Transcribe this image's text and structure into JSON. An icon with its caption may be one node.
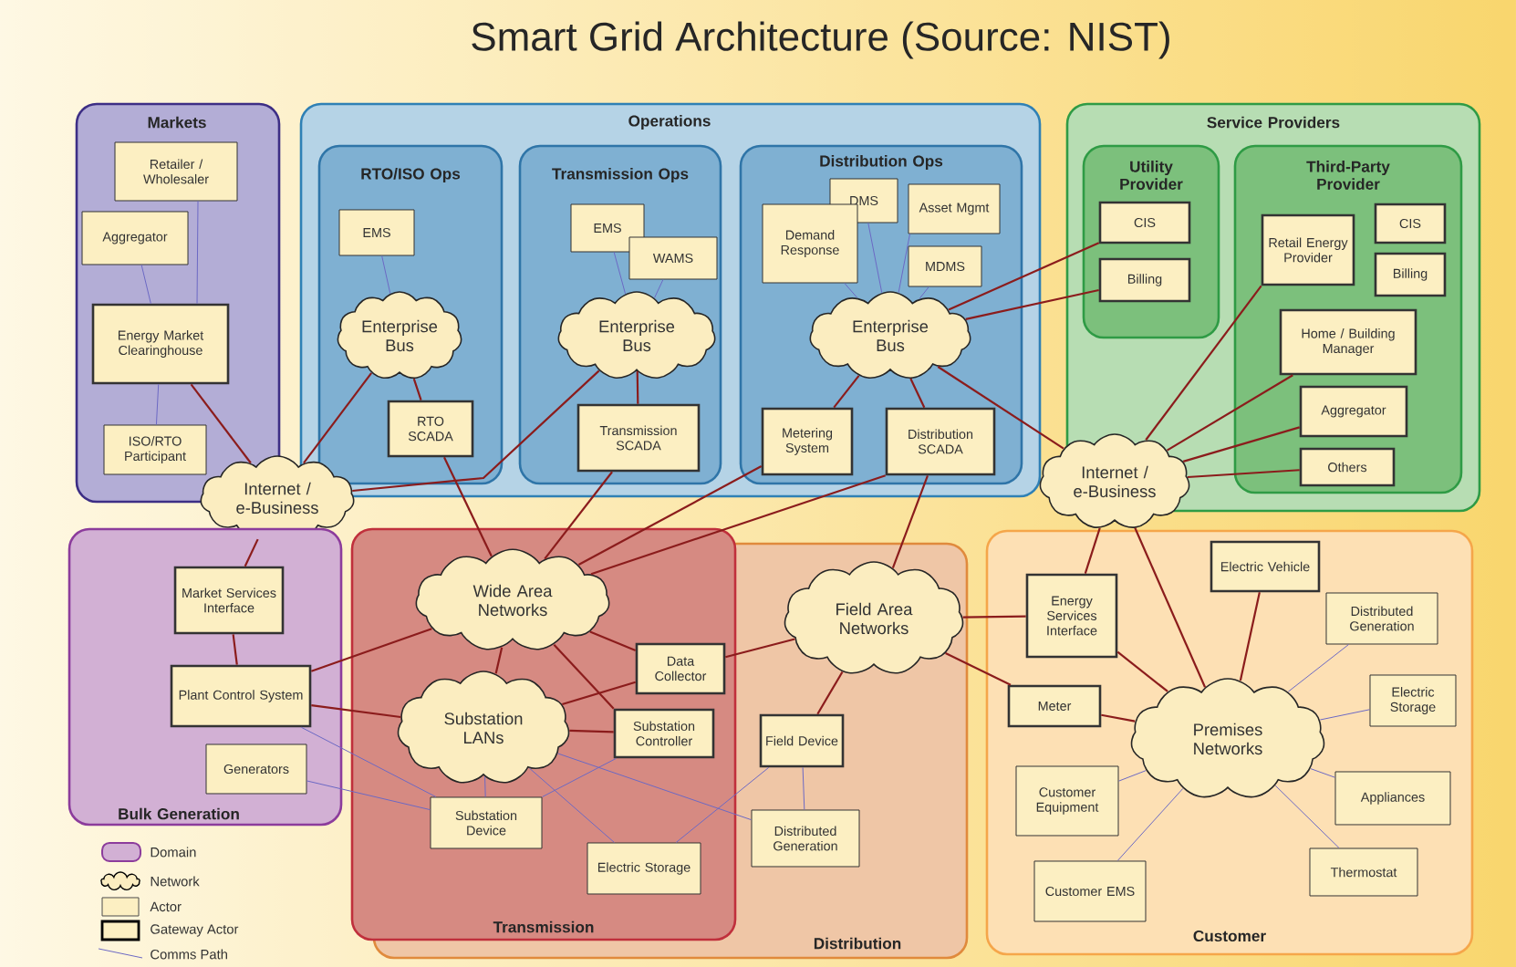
{
  "diagram": {
    "title": "Smart Grid Architecture (Source: NIST)",
    "nodes": [
      {
        "text": [
          "Markets"
        ]
      },
      {
        "text": [
          "Retailer / Wholesaler"
        ],
        "in": 0
      },
      {
        "text": [
          "Aggregator"
        ],
        "in": 0
      },
      {
        "text": [
          "Energy Market Clearinghouse"
        ],
        "in": 0
      },
      {
        "text": [
          "ISO/RTO Participant"
        ],
        "in": 0
      },
      {
        "text": [
          "Operations"
        ]
      },
      {
        "text": [
          "RTO/ISO Ops"
        ],
        "in": 5
      },
      {
        "text": [
          "EMS"
        ],
        "in": 6
      },
      {
        "text": [
          "Enterprise Bus"
        ],
        "in": 6
      },
      {
        "text": [
          "RTO SCADA"
        ],
        "in": 6
      },
      {
        "text": [
          "Transmission Ops"
        ],
        "in": 5
      },
      {
        "text": [
          "EMS"
        ],
        "in": 10
      },
      {
        "text": [
          "WAMS"
        ],
        "in": 10
      },
      {
        "text": [
          "Enterprise Bus"
        ],
        "in": 10
      },
      {
        "text": [
          "Transmission SCADA"
        ],
        "in": 10
      },
      {
        "text": [
          "Distribution Ops"
        ],
        "in": 5
      },
      {
        "text": [
          "DMS"
        ],
        "in": 15
      },
      {
        "text": [
          "Demand Response"
        ],
        "in": 15
      },
      {
        "text": [
          "Asset Mgmt"
        ],
        "in": 15
      },
      {
        "text": [
          "MDMS"
        ],
        "in": 15
      },
      {
        "text": [
          "Enterprise Bus"
        ],
        "in": 15
      },
      {
        "text": [
          "Metering System"
        ],
        "in": 15
      },
      {
        "text": [
          "Distribution SCADA"
        ],
        "in": 15
      },
      {
        "text": [
          "Service Providers"
        ]
      },
      {
        "text": [
          "Utility Provider"
        ],
        "in": 23
      },
      {
        "text": [
          "CIS"
        ],
        "in": 24
      },
      {
        "text": [
          "Billing"
        ],
        "in": 24
      },
      {
        "text": [
          "Third-Party Provider"
        ],
        "in": 23
      },
      {
        "text": [
          "Retail Energy Provider"
        ],
        "in": 27
      },
      {
        "text": [
          "CIS"
        ],
        "in": 27
      },
      {
        "text": [
          "Billing"
        ],
        "in": 27
      },
      {
        "text": [
          "Home / Building Manager"
        ],
        "in": 27
      },
      {
        "text": [
          "Aggregator"
        ],
        "in": 27
      },
      {
        "text": [
          "Others"
        ],
        "in": 27
      },
      {
        "text": [
          "Internet / e-Business"
        ]
      },
      {
        "text": [
          "Internet / e-Business"
        ]
      },
      {
        "text": [
          "Bulk Generation"
        ]
      },
      {
        "text": [
          "Market Services Interface"
        ],
        "in": 36
      },
      {
        "text": [
          "Plant Control System"
        ],
        "in": 36
      },
      {
        "text": [
          "Generators"
        ],
        "in": 36
      },
      {
        "text": [
          "Transmission"
        ]
      },
      {
        "text": [
          "Distribution"
        ]
      },
      {
        "text": [
          "Wide Area Networks"
        ],
        "in": 40
      },
      {
        "text": [
          "Substation LANs"
        ],
        "in": 40
      },
      {
        "text": [
          "Data Collector"
        ],
        "in": 40
      },
      {
        "text": [
          "Substation Controller"
        ],
        "in": 40
      },
      {
        "text": [
          "Substation Device"
        ],
        "in": 40
      },
      {
        "text": [
          "Electric Storage"
        ],
        "in": 40
      },
      {
        "text": [
          "Field Area Networks"
        ],
        "in": 41
      },
      {
        "text": [
          "Field Device"
        ],
        "in": 41
      },
      {
        "text": [
          "Distributed Generation"
        ],
        "in": 41
      },
      {
        "text": [
          "Customer"
        ]
      },
      {
        "text": [
          "Energy Services Interface"
        ],
        "in": 51
      },
      {
        "text": [
          "Electric Vehicle"
        ],
        "in": 51
      },
      {
        "text": [
          "Distributed Generation"
        ],
        "in": 51
      },
      {
        "text": [
          "Electric Storage"
        ],
        "in": 51
      },
      {
        "text": [
          "Meter"
        ],
        "in": 51
      },
      {
        "text": [
          "Premises Networks"
        ],
        "in": 51
      },
      {
        "text": [
          "Customer Equipment"
        ],
        "in": 51
      },
      {
        "text": [
          "Customer EMS"
        ],
        "in": 51
      },
      {
        "text": [
          "Appliances"
        ],
        "in": 51
      },
      {
        "text": [
          "Thermostat"
        ],
        "in": 51
      }
    ],
    "edges": [
      {
        "from": 1,
        "to": 3,
        "arrow": "none",
        "color": "#6b68c4"
      },
      {
        "from": 2,
        "to": 3,
        "arrow": "none",
        "color": "#6b68c4"
      },
      {
        "from": 3,
        "to": 4,
        "arrow": "none",
        "color": "#6b68c4"
      },
      {
        "from": 7,
        "to": 8,
        "arrow": "none",
        "color": "#6b68c4"
      },
      {
        "from": 11,
        "to": 13,
        "arrow": "none",
        "color": "#6b68c4"
      },
      {
        "from": 12,
        "to": 13,
        "arrow": "none",
        "color": "#6b68c4"
      },
      {
        "from": 16,
        "to": 20,
        "arrow": "none",
        "color": "#6b68c4"
      },
      {
        "from": 17,
        "to": 20,
        "arrow": "none",
        "color": "#6b68c4"
      },
      {
        "from": 18,
        "to": 20,
        "arrow": "none",
        "color": "#6b68c4"
      },
      {
        "from": 19,
        "to": 20,
        "arrow": "none",
        "color": "#6b68c4"
      },
      {
        "from": 38,
        "to": 46,
        "arrow": "none",
        "color": "#6b68c4"
      },
      {
        "from": 39,
        "to": 46,
        "arrow": "none",
        "color": "#6b68c4"
      },
      {
        "from": 43,
        "to": 46,
        "arrow": "none",
        "color": "#6b68c4"
      },
      {
        "from": 45,
        "to": 46,
        "arrow": "none",
        "color": "#6b68c4"
      },
      {
        "from": 43,
        "to": 47,
        "arrow": "none",
        "color": "#6b68c4"
      },
      {
        "from": 43,
        "to": 50,
        "arrow": "none",
        "color": "#6b68c4"
      },
      {
        "from": 49,
        "to": 50,
        "arrow": "none",
        "color": "#6b68c4"
      },
      {
        "from": 47,
        "to": 49,
        "arrow": "none",
        "color": "#6b68c4"
      },
      {
        "from": 54,
        "to": 57,
        "arrow": "none",
        "color": "#6b68c4"
      },
      {
        "from": 55,
        "to": 57,
        "arrow": "none",
        "color": "#6b68c4"
      },
      {
        "from": 58,
        "to": 57,
        "arrow": "none",
        "color": "#6b68c4"
      },
      {
        "from": 59,
        "to": 57,
        "arrow": "none",
        "color": "#6b68c4"
      },
      {
        "from": 60,
        "to": 57,
        "arrow": "none",
        "color": "#6b68c4"
      },
      {
        "from": 61,
        "to": 57,
        "arrow": "none",
        "color": "#6b68c4"
      },
      {
        "from": 3,
        "to": 35,
        "arrow": "none"
      },
      {
        "from": 35,
        "to": 8,
        "arrow": "none"
      },
      {
        "from": 35,
        "to": 13,
        "arrow": "none"
      },
      {
        "from": 8,
        "to": 9,
        "arrow": "none"
      },
      {
        "from": 13,
        "to": 14,
        "arrow": "none"
      },
      {
        "from": 20,
        "to": 21,
        "arrow": "none"
      },
      {
        "from": 20,
        "to": 22,
        "arrow": "none"
      },
      {
        "from": 20,
        "to": 25,
        "arrow": "none"
      },
      {
        "from": 20,
        "to": 26,
        "arrow": "none"
      },
      {
        "from": 20,
        "to": 34,
        "arrow": "none"
      },
      {
        "from": 34,
        "to": 28,
        "arrow": "none"
      },
      {
        "from": 34,
        "to": 31,
        "arrow": "none"
      },
      {
        "from": 34,
        "to": 32,
        "arrow": "none"
      },
      {
        "from": 34,
        "to": 33,
        "arrow": "none"
      },
      {
        "from": 35,
        "to": 37,
        "arrow": "none"
      },
      {
        "from": 37,
        "to": 38,
        "arrow": "none"
      },
      {
        "from": 38,
        "to": 42,
        "arrow": "none"
      },
      {
        "from": 38,
        "to": 43,
        "arrow": "none"
      },
      {
        "from": 9,
        "to": 42,
        "arrow": "none"
      },
      {
        "from": 14,
        "to": 42,
        "arrow": "none"
      },
      {
        "from": 21,
        "to": 42,
        "arrow": "none"
      },
      {
        "from": 22,
        "to": 42,
        "arrow": "none"
      },
      {
        "from": 22,
        "to": 48,
        "arrow": "none"
      },
      {
        "from": 42,
        "to": 43,
        "arrow": "none"
      },
      {
        "from": 42,
        "to": 44,
        "arrow": "none"
      },
      {
        "from": 42,
        "to": 45,
        "arrow": "none"
      },
      {
        "from": 43,
        "to": 44,
        "arrow": "none"
      },
      {
        "from": 43,
        "to": 45,
        "arrow": "none"
      },
      {
        "from": 44,
        "to": 48,
        "arrow": "none"
      },
      {
        "from": 48,
        "to": 52,
        "arrow": "none"
      },
      {
        "from": 48,
        "to": 56,
        "arrow": "none"
      },
      {
        "from": 48,
        "to": 49,
        "arrow": "none"
      },
      {
        "from": 34,
        "to": 52,
        "arrow": "none"
      },
      {
        "from": 34,
        "to": 57,
        "arrow": "none"
      },
      {
        "from": 52,
        "to": 57,
        "arrow": "none"
      },
      {
        "from": 53,
        "to": 57,
        "arrow": "none"
      },
      {
        "from": 56,
        "to": 57,
        "arrow": "none"
      }
    ],
    "legend": [
      {
        "text": "Domain"
      },
      {
        "text": "Network"
      },
      {
        "text": "Actor"
      },
      {
        "text": "Gateway Actor"
      },
      {
        "text": "Comms Path"
      }
    ]
  }
}
